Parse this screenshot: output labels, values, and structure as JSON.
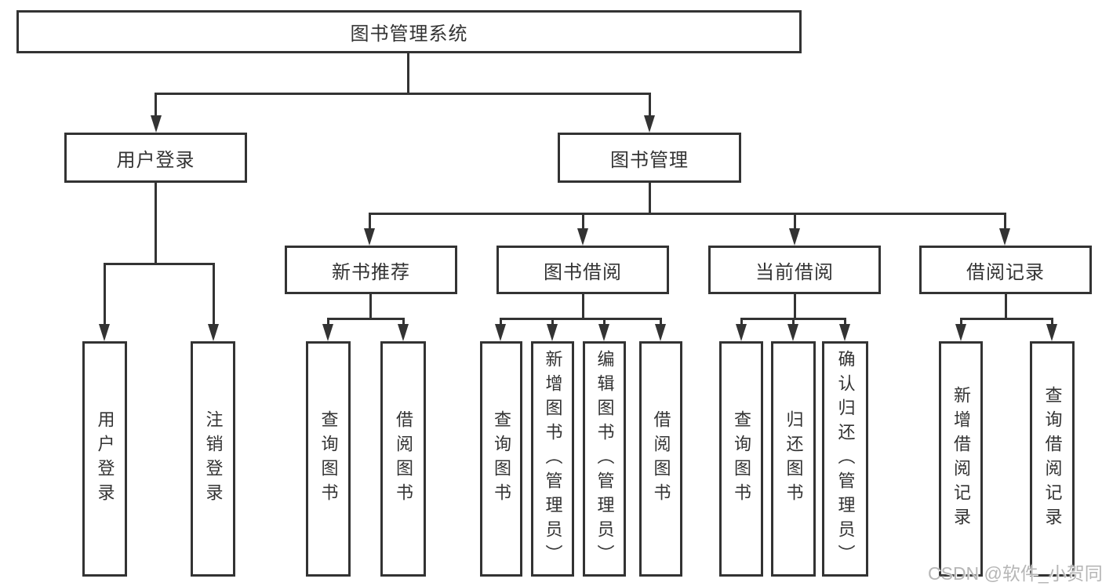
{
  "diagram": {
    "title": "图书管理系统",
    "colors": {
      "line": "#333333",
      "text": "#333333",
      "background": "#ffffff",
      "watermark": "#b6b6b6"
    },
    "nodes": {
      "root": "图书管理系统",
      "user_login": "用户登录",
      "book_management": "图书管理",
      "new_book_recommend": "新书推荐",
      "book_borrow": "图书借阅",
      "current_borrow": "当前借阅",
      "borrow_record": "借阅记录"
    },
    "leaves": {
      "user_login": [
        "用户登录",
        "注销登录"
      ],
      "new_book_recommend": [
        "查询图书",
        "借阅图书"
      ],
      "book_borrow": [
        "查询图书",
        "新增图书（管理员）",
        "编辑图书（管理员）",
        "借阅图书"
      ],
      "current_borrow": [
        "查询图书",
        "归还图书",
        "确认归还（管理员）"
      ],
      "borrow_record": [
        "新增借阅记录",
        "查询借阅记录"
      ]
    },
    "watermark": "CSDN @软件_小贺同学"
  }
}
